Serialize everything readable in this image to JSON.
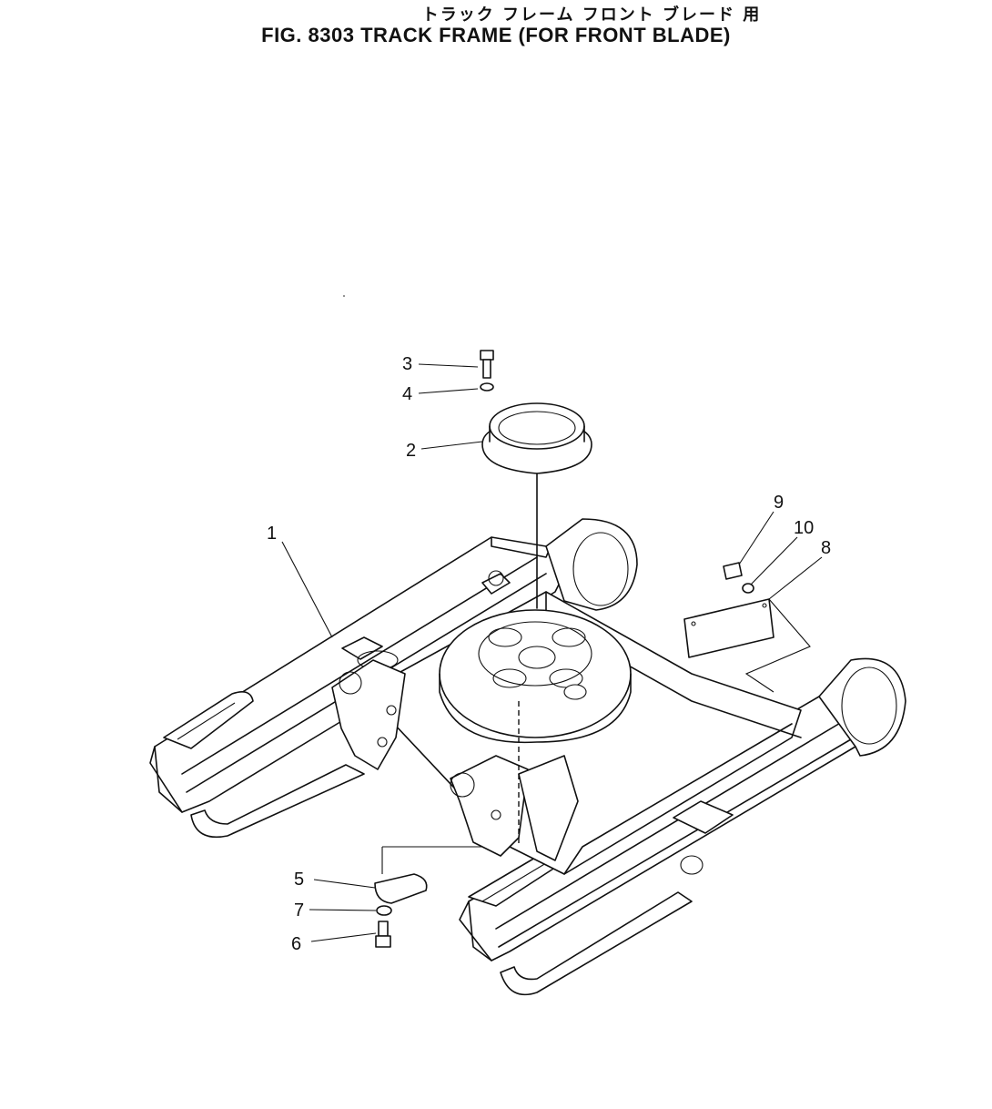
{
  "header": {
    "title_jp": "トラック フレーム フロント ブレード 用",
    "title_en": "FIG. 8303 TRACK FRAME (FOR FRONT BLADE)"
  },
  "callouts": {
    "c1": "1",
    "c2": "2",
    "c3": "3",
    "c4": "4",
    "c5": "5",
    "c6": "6",
    "c7": "7",
    "c8": "8",
    "c9": "9",
    "c10": "10"
  }
}
